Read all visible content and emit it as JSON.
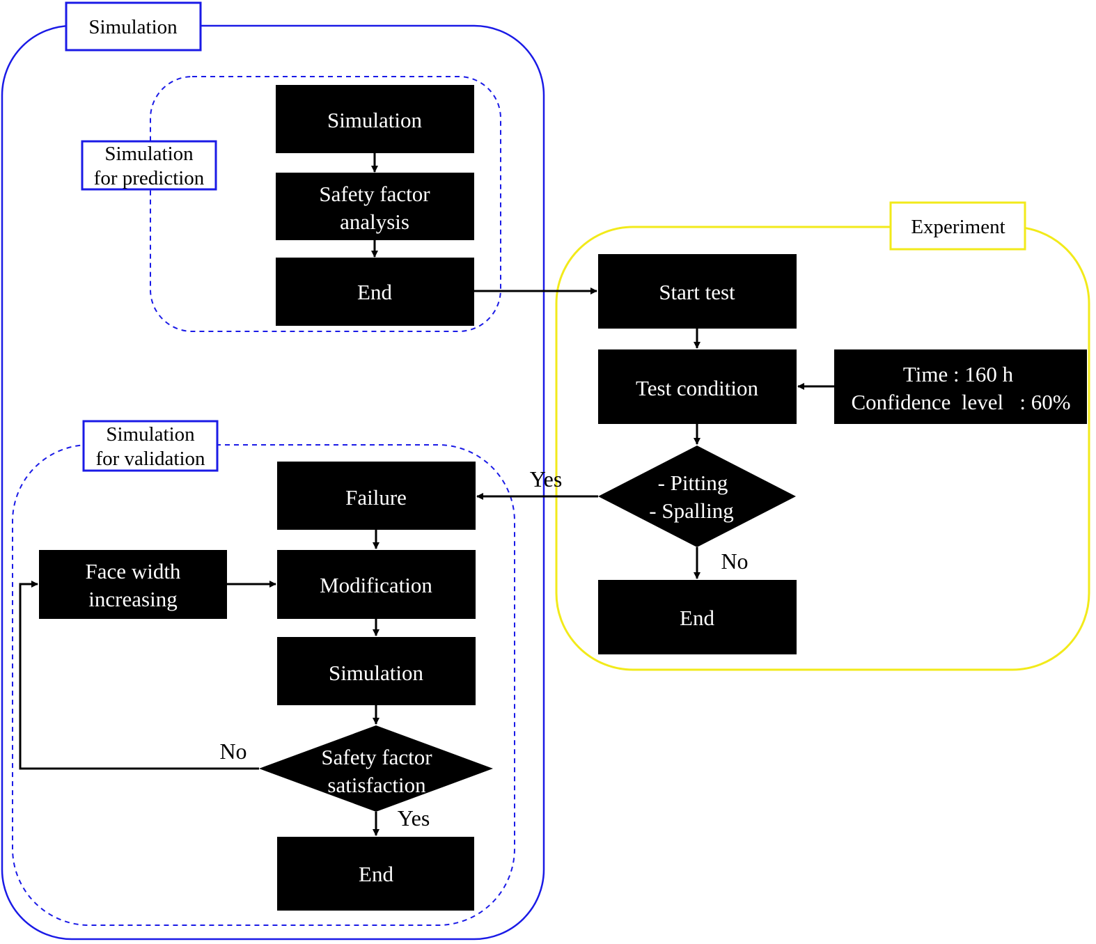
{
  "groups": {
    "simulation": {
      "label": "Simulation",
      "color": "#1a1ae6"
    },
    "prediction": {
      "label_line1": "Simulation",
      "label_line2": "for prediction",
      "color": "#1a1ae6"
    },
    "validation": {
      "label_line1": "Simulation",
      "label_line2": "for validation",
      "color": "#1a1ae6"
    },
    "experiment": {
      "label": "Experiment",
      "color": "#f2ea1a"
    }
  },
  "prediction_flow": {
    "simulation": "Simulation",
    "safety_factor_line1": "Safety factor",
    "safety_factor_line2": "analysis",
    "end": "End"
  },
  "experiment_flow": {
    "start_test": "Start test",
    "test_condition": "Test condition",
    "condition_line1": "Time : 160 h",
    "condition_line2": "Confidence  level   : 60%",
    "decision_line1": "- Pitting",
    "decision_line2": "- Spalling",
    "no_label": "No",
    "yes_label": "Yes",
    "end": "End"
  },
  "validation_flow": {
    "failure": "Failure",
    "face_width_line1": "Face width",
    "face_width_line2": "increasing",
    "modification": "Modification",
    "simulation": "Simulation",
    "decision_line1": "Safety factor",
    "decision_line2": "satisfaction",
    "no_label": "No",
    "yes_label": "Yes",
    "end": "End"
  },
  "colors": {
    "node_fill": "#000000",
    "node_text": "#ffffff"
  }
}
